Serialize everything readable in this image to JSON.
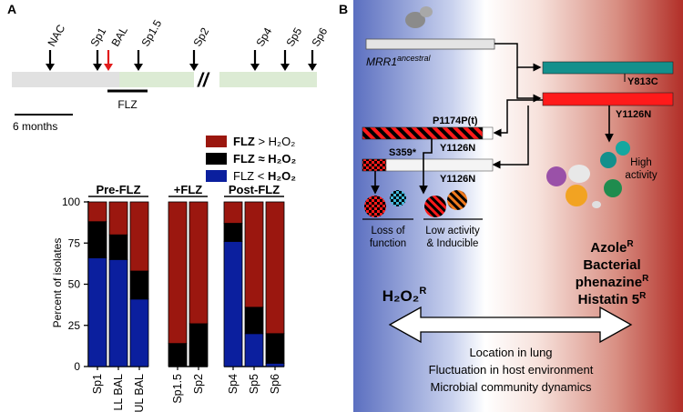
{
  "panel_a_label": "A",
  "panel_b_label": "B",
  "timeline": {
    "events": [
      "NAC",
      "Sp1",
      "BAL",
      "Sp1.5",
      "Sp2",
      "Sp4",
      "Sp5",
      "Sp6"
    ],
    "drug_label": "FLZ",
    "scale_label": "6 months",
    "break_mark": "//",
    "colors": {
      "pre": "#e1e1e1",
      "post": "#dcebd4",
      "bal_arrow": "#e11b1b"
    }
  },
  "legend": [
    {
      "name": "FLZ > H2O2",
      "prefix": "FLZ",
      "relation": ">",
      "suffix": "H₂O₂",
      "color": "#9b170f",
      "bold_prefix": true,
      "bold_suffix": false
    },
    {
      "name": "FLZ ≈ H2O2",
      "prefix": "FLZ",
      "relation": "≈",
      "suffix": "H₂O₂",
      "color": "#000000",
      "bold_prefix": true,
      "bold_suffix": true
    },
    {
      "name": "FLZ < H2O2",
      "prefix": "FLZ",
      "relation": "<",
      "suffix": "H₂O₂",
      "color": "#0b1f9e",
      "bold_prefix": false,
      "bold_suffix": true
    }
  ],
  "chart_data": {
    "type": "bar",
    "stacked": true,
    "ylabel": "Percent of isolates",
    "ylim": [
      0,
      100
    ],
    "yticks": [
      0,
      25,
      50,
      75,
      100
    ],
    "groups": [
      {
        "label": "Pre-FLZ",
        "categories": [
          "Sp1",
          "LL BAL",
          "UL BAL"
        ]
      },
      {
        "label": "+FLZ",
        "categories": [
          "Sp1.5",
          "Sp2"
        ]
      },
      {
        "label": "Post-FLZ",
        "categories": [
          "Sp4",
          "Sp5",
          "Sp6"
        ]
      }
    ],
    "categories": [
      "Sp1",
      "LL BAL",
      "UL BAL",
      "Sp1.5",
      "Sp2",
      "Sp4",
      "Sp5",
      "Sp6"
    ],
    "series": [
      {
        "name": "FLZ < H2O2",
        "color": "#0b1f9e",
        "values": [
          66,
          65,
          41,
          0,
          0,
          76,
          20,
          2
        ]
      },
      {
        "name": "FLZ ≈ H2O2",
        "color": "#000000",
        "values": [
          22,
          15,
          17,
          14,
          26,
          11,
          16,
          18
        ]
      },
      {
        "name": "FLZ > H2O2",
        "color": "#9b170f",
        "values": [
          12,
          20,
          42,
          86,
          74,
          13,
          64,
          80
        ]
      }
    ],
    "grid": false
  },
  "panel_b": {
    "ancestral_label": "MRR1",
    "ancestral_sup": "ancestral",
    "mutations": {
      "y813c": "Y813C",
      "y1126n_top": "Y1126N",
      "p1174p": "P1174P(t)",
      "y1126n_mid": "Y1126N",
      "s359": "S359*",
      "y1126n_low": "Y1126N"
    },
    "phenotypes": {
      "high_activity": [
        "High",
        "activity"
      ],
      "loss_of_function": [
        "Loss of",
        "function"
      ],
      "low_activity": [
        "Low activity",
        "& Inducible"
      ]
    },
    "h2o2_resistance": "H₂O₂",
    "resistance_sup": "R",
    "resistances": [
      {
        "text": "Azole",
        "sup": "R"
      },
      {
        "text": "Bacterial",
        "sup": ""
      },
      {
        "text": "phenazine",
        "sup": "R"
      },
      {
        "text": "Histatin 5",
        "sup": "R"
      }
    ],
    "factors": [
      "Location in lung",
      "Fluctuation in host environment",
      "Microbial community dynamics"
    ],
    "colors": {
      "left": "#5b6fc0",
      "right": "#b22f28",
      "teal": "#13908c",
      "red": "#ff1a1a"
    }
  }
}
